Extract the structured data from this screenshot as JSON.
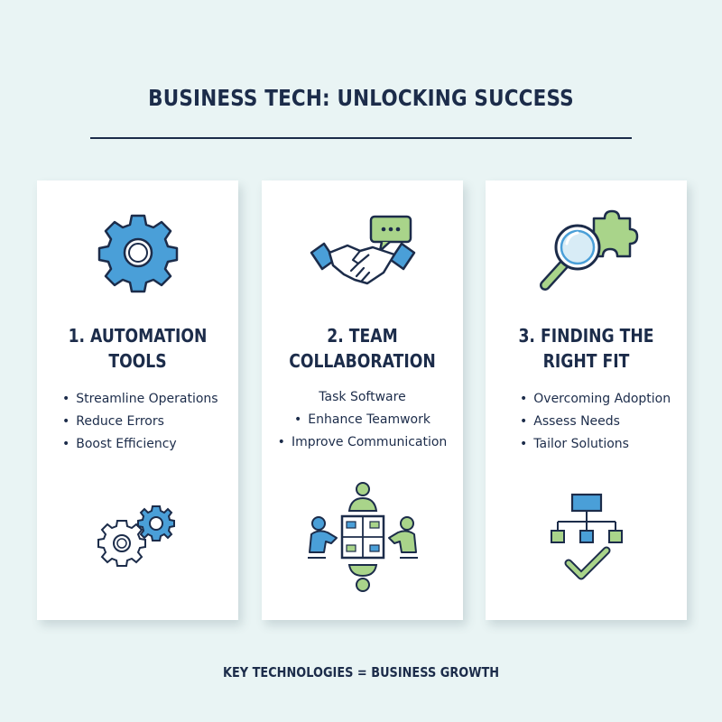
{
  "title": "BUSINESS TECH: UNLOCKING SUCCESS",
  "cards": [
    {
      "title_line1": "1. AUTOMATION",
      "title_line2": "TOOLS",
      "bullets": [
        "Streamline Operations",
        "Reduce Errors",
        "Boost Efficiency"
      ],
      "top_icon": "gear-icon",
      "bottom_icon": "gears-pair-icon"
    },
    {
      "title_line1": "2. TEAM",
      "title_line2": "COLLABORATION",
      "bullets": [
        "Task Software",
        "Enhance Teamwork",
        "Improve Communication"
      ],
      "top_icon": "handshake-chat-icon",
      "bottom_icon": "team-meeting-icon"
    },
    {
      "title_line1": "3. FINDING THE",
      "title_line2": "RIGHT FIT",
      "bullets": [
        "Overcoming Adoption",
        "Assess Needs",
        "Tailor Solutions"
      ],
      "top_icon": "magnifier-puzzle-icon",
      "bottom_icon": "hierarchy-check-icon"
    }
  ],
  "footer": "KEY TECHNOLOGIES = BUSINESS GROWTH",
  "colors": {
    "background": "#e9f4f4",
    "navy": "#1c2c4a",
    "blue": "#4a9fd8",
    "green": "#a9d48a",
    "card": "#ffffff"
  }
}
